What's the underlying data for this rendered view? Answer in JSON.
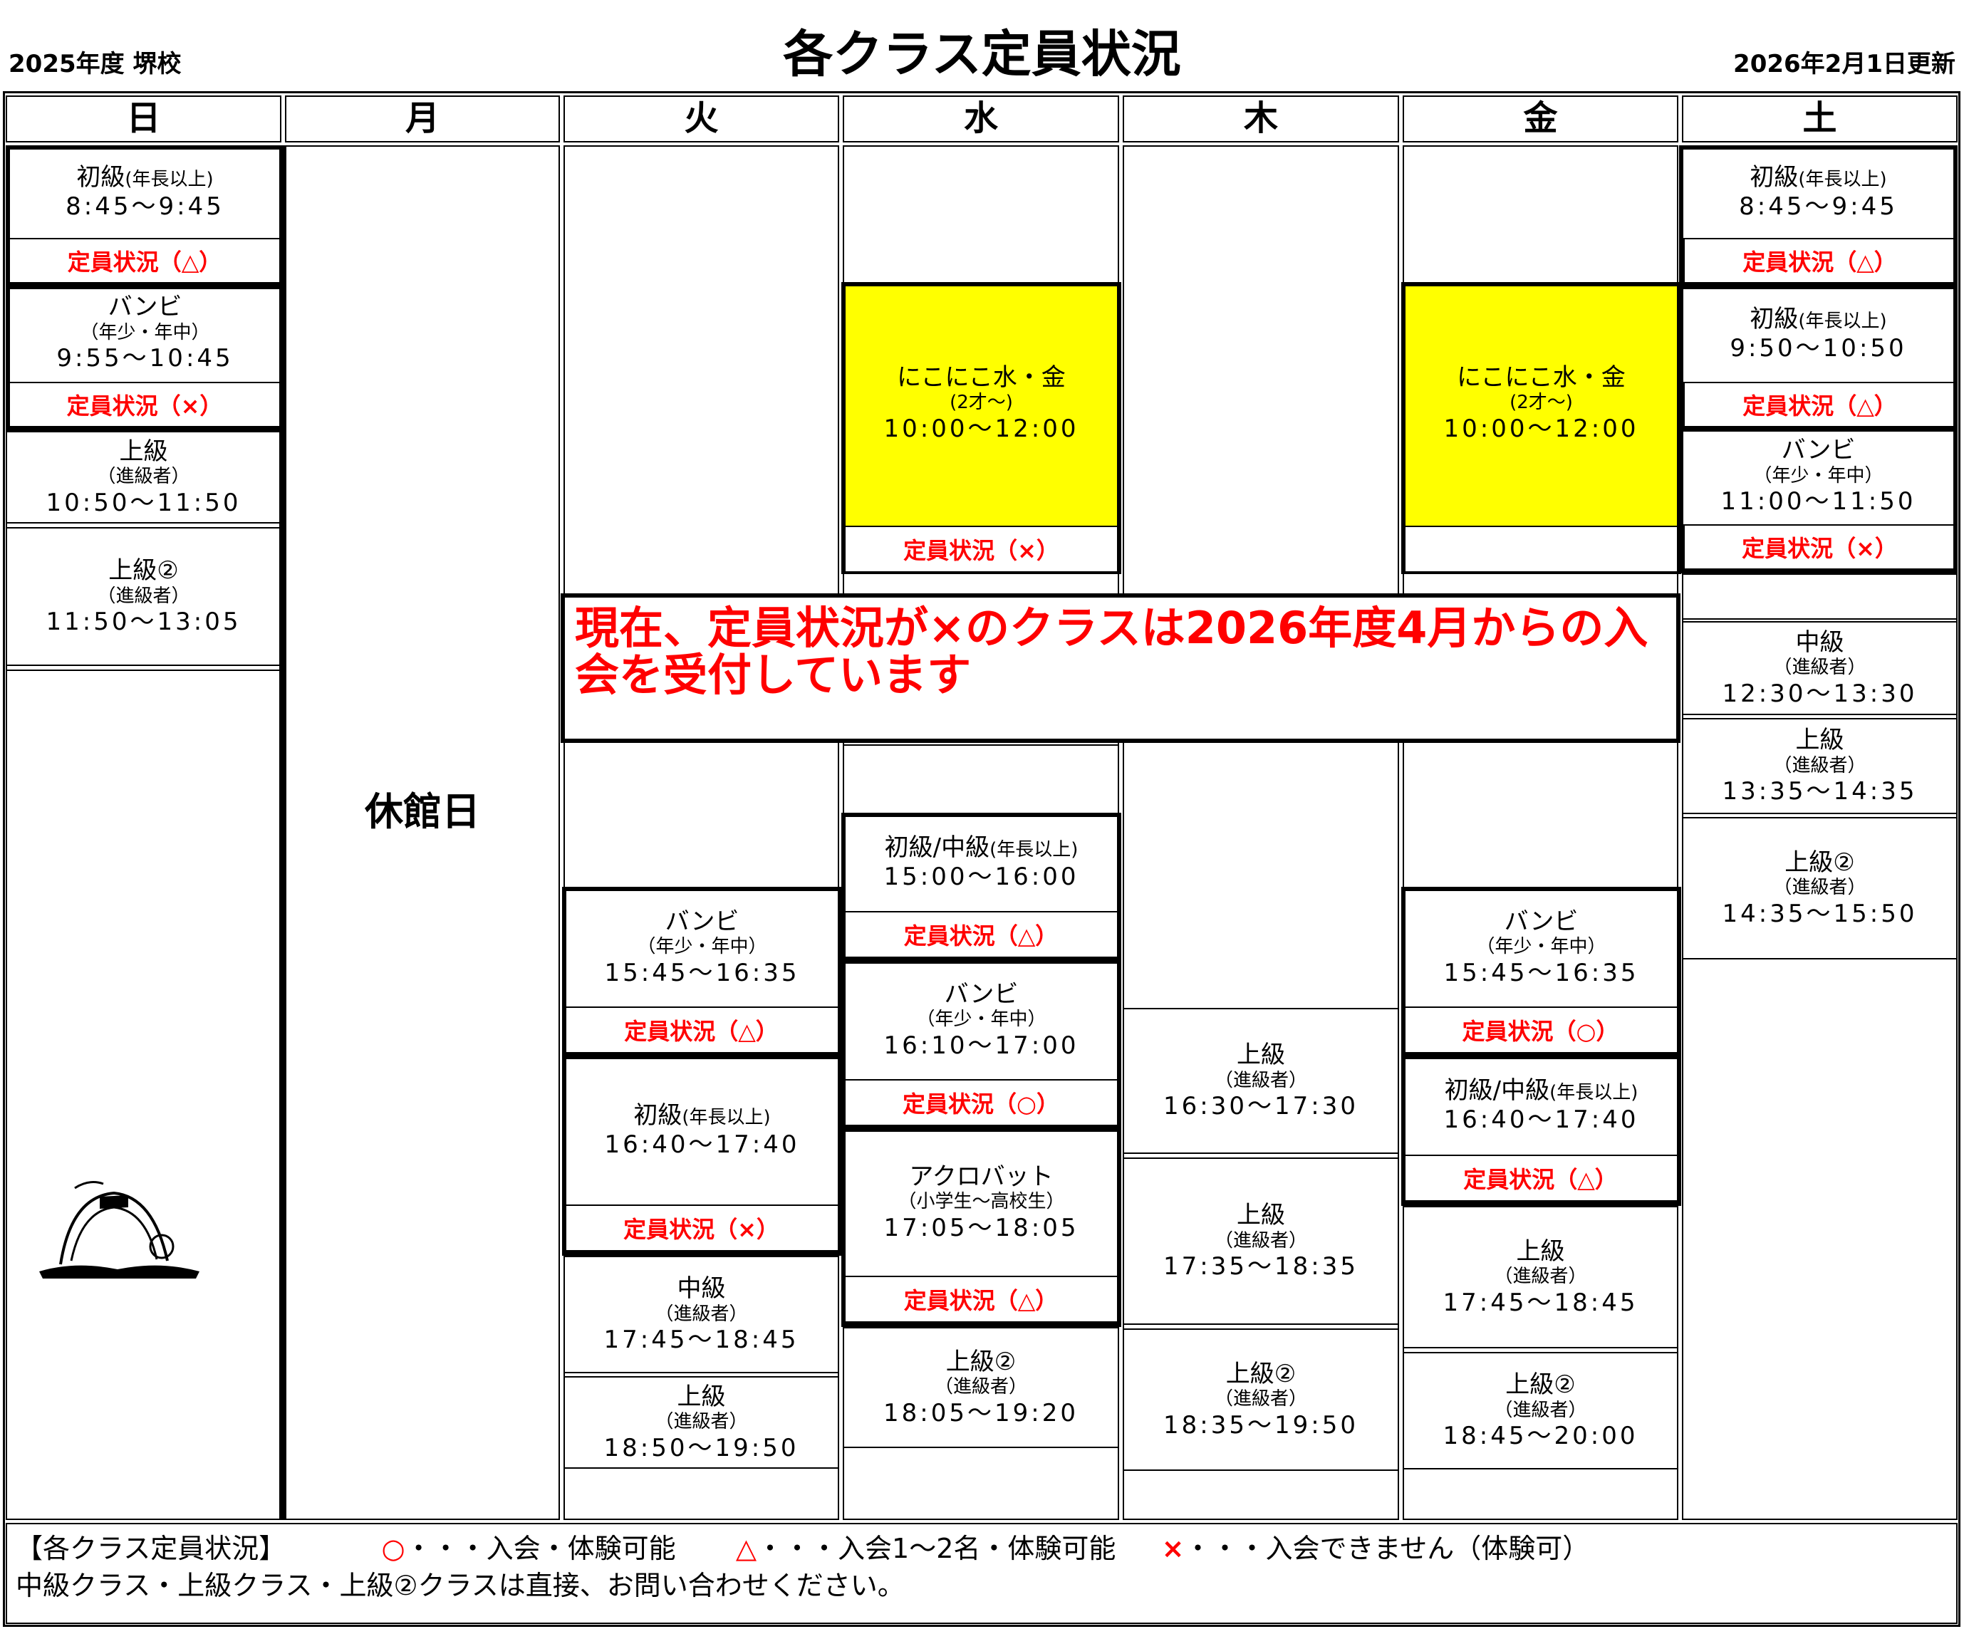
{
  "title": "各クラス定員状況",
  "year_label": "2025年度 堺校",
  "updated_label": "2026年2月1日更新",
  "days": [
    "日",
    "月",
    "火",
    "水",
    "木",
    "金",
    "土"
  ],
  "closed_label": "休館日",
  "notice": "現在、定員状況が×のクラスは2026年度4月からの入会を受付しています",
  "legend": {
    "heading": "【各クラス定員状況】",
    "circle_mark": "○",
    "circle_text": "・・・入会・体験可能",
    "triangle_mark": "△",
    "triangle_text": "・・・入会1～2名・体験可能",
    "cross_mark": "×",
    "cross_text": "・・・入会できません（体験可）",
    "note": "中級クラス・上級クラス・上級②クラスは直接、お問い合わせください。"
  },
  "classes": {
    "sun": [
      {
        "name": "初級",
        "sub": "(年長以上)",
        "time": "8:45～9:45",
        "status": "定員状況（△）"
      },
      {
        "name": "バンビ",
        "sub": "（年少・年中）",
        "time": "9:55～10:45",
        "status": "定員状況（×）"
      },
      {
        "name": "上級",
        "sub": "（進級者）",
        "time": "10:50～11:50"
      },
      {
        "name": "上級②",
        "sub": "（進級者）",
        "time": "11:50～13:05"
      }
    ],
    "tue": [
      {
        "name": "バンビ",
        "sub": "（年少・年中）",
        "time": "15:45～16:35",
        "status": "定員状況（△）"
      },
      {
        "name": "初級",
        "sub": "(年長以上)",
        "time": "16:40～17:40",
        "status": "定員状況（×）"
      },
      {
        "name": "中級",
        "sub": "（進級者）",
        "time": "17:45～18:45"
      },
      {
        "name": "上級",
        "sub": "（進級者）",
        "time": "18:50～19:50"
      }
    ],
    "wed": [
      {
        "name": "にこにこ水・金",
        "sub": "(2才～)",
        "time": "10:00～12:00",
        "status": "定員状況（×）"
      },
      {
        "name": "初級/中級",
        "sub": "(年長以上)",
        "time": "15:00～16:00",
        "status": "定員状況（△）"
      },
      {
        "name": "バンビ",
        "sub": "（年少・年中）",
        "time": "16:10～17:00",
        "status": "定員状況（○）"
      },
      {
        "name": "アクロバット",
        "sub": "（小学生～高校生）",
        "time": "17:05～18:05",
        "status": "定員状況（△）"
      },
      {
        "name": "上級②",
        "sub": "（進級者）",
        "time": "18:05～19:20"
      }
    ],
    "thu": [
      {
        "name": "上級",
        "sub": "（進級者）",
        "time": "16:30～17:30"
      },
      {
        "name": "上級",
        "sub": "（進級者）",
        "time": "17:35～18:35"
      },
      {
        "name": "上級②",
        "sub": "（進級者）",
        "time": "18:35～19:50"
      }
    ],
    "fri": [
      {
        "name": "にこにこ水・金",
        "sub": "(2才～)",
        "time": "10:00～12:00"
      },
      {
        "name": "バンビ",
        "sub": "（年少・年中）",
        "time": "15:45～16:35",
        "status": "定員状況（○）"
      },
      {
        "name": "初級/中級",
        "sub": "(年長以上)",
        "time": "16:40～17:40",
        "status": "定員状況（△）"
      },
      {
        "name": "上級",
        "sub": "（進級者）",
        "time": "17:45～18:45"
      },
      {
        "name": "上級②",
        "sub": "（進級者）",
        "time": "18:45～20:00"
      }
    ],
    "sat": [
      {
        "name": "初級",
        "sub": "(年長以上)",
        "time": "8:45～9:45",
        "status": "定員状況（△）"
      },
      {
        "name": "初級",
        "sub": "(年長以上)",
        "time": "9:50～10:50",
        "status": "定員状況（△）"
      },
      {
        "name": "バンビ",
        "sub": "（年少・年中）",
        "time": "11:00～11:50",
        "status": "定員状況（×）"
      },
      {
        "name": "中級",
        "sub": "（進級者）",
        "time": "12:30～13:30"
      },
      {
        "name": "上級",
        "sub": "（進級者）",
        "time": "13:35～14:35"
      },
      {
        "name": "上級②",
        "sub": "（進級者）",
        "time": "14:35～15:50"
      }
    ]
  }
}
